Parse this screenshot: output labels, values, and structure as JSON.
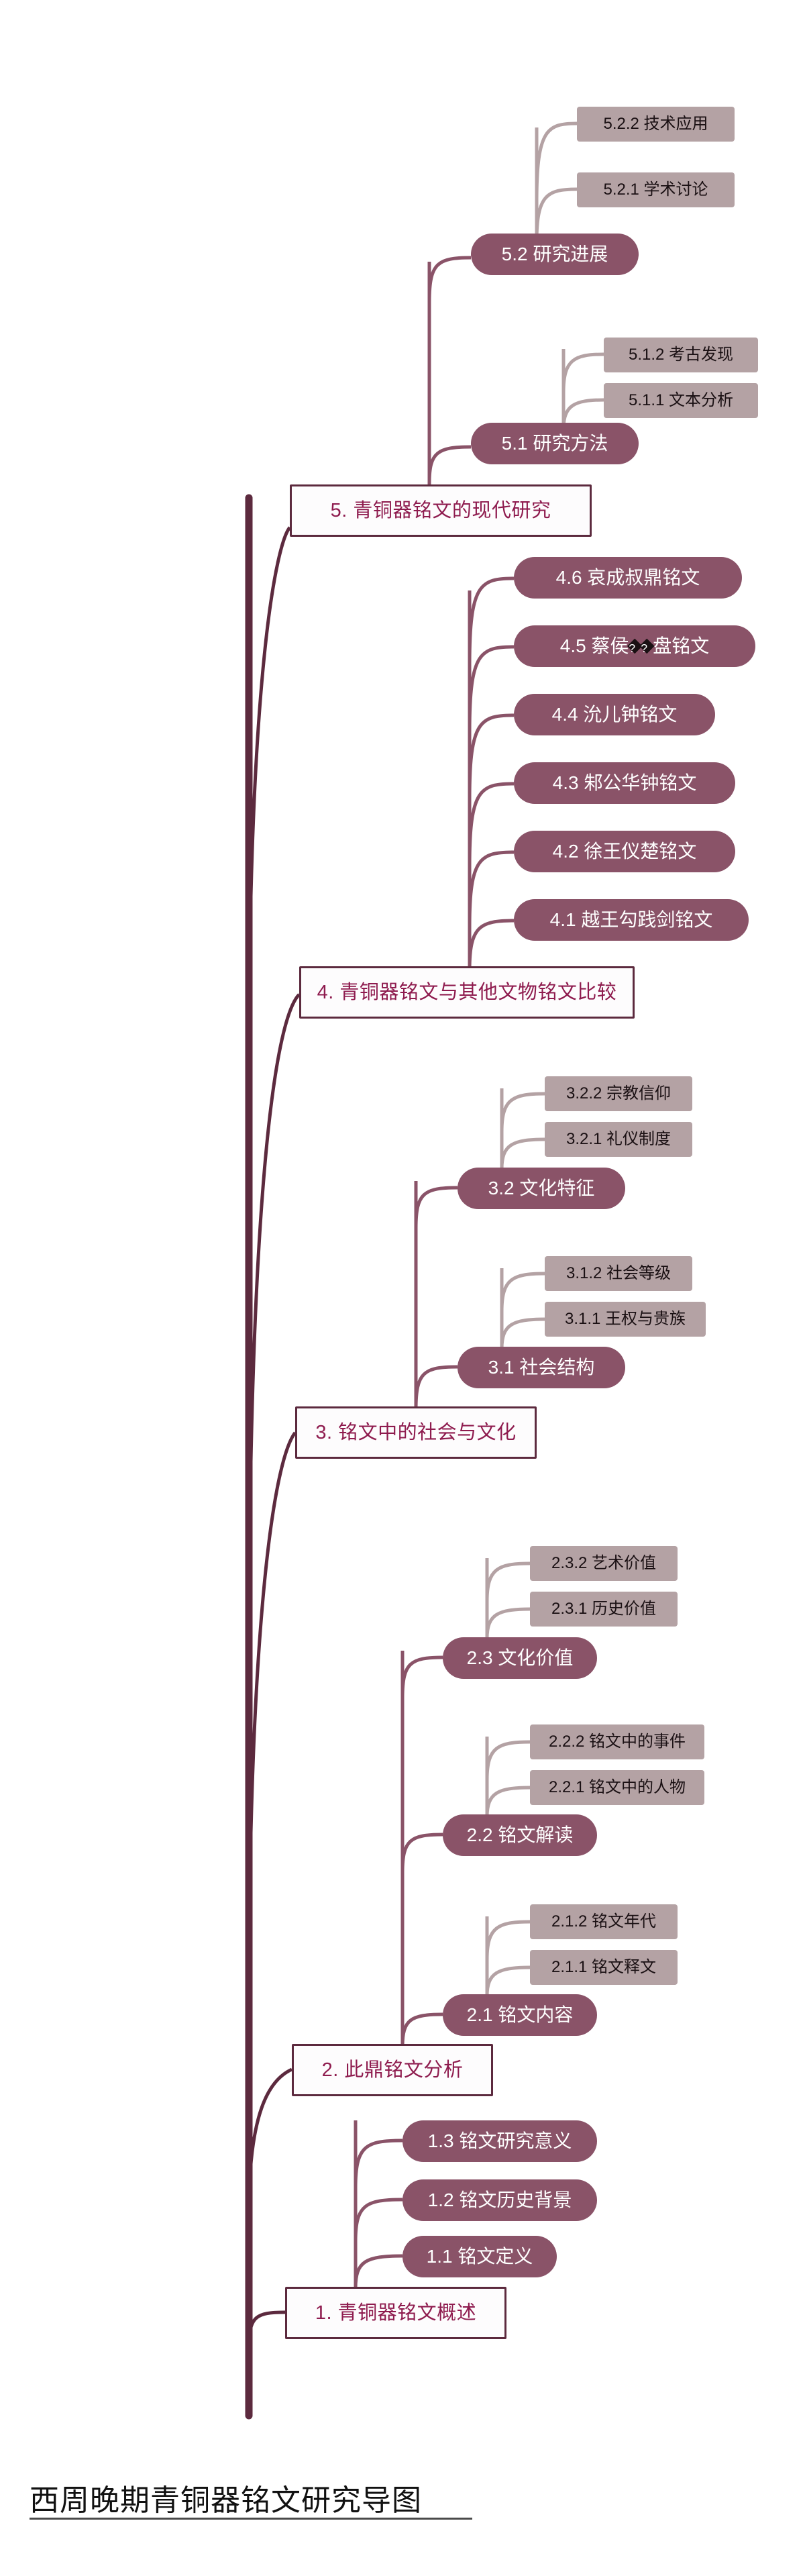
{
  "document": {
    "title": "西周晚期青铜器铭文研究导图",
    "type": "mind-map",
    "orientation": "bottom-up-left-root"
  },
  "theme": {
    "background": "#ffffff",
    "level1_fill": "#fdfcfd",
    "level1_border": "#5c2a3e",
    "level1_text": "#8e1b4e",
    "level2_fill": "#8a5368",
    "level2_text": "#ffffff",
    "level3_fill": "#b4a2a4",
    "level3_text": "#1a1013",
    "trunk_color": "#5c2a3e",
    "branch_color": "#8a5368",
    "twig_color": "#b4a2a4",
    "title_text": "#111111"
  },
  "nodes": {
    "n1": {
      "label": "1. 青铜器铭文概述",
      "level": 1
    },
    "n1_1": {
      "label": "1.1 铭文定义",
      "level": 2
    },
    "n1_2": {
      "label": "1.2 铭文历史背景",
      "level": 2
    },
    "n1_3": {
      "label": "1.3 铭文研究意义",
      "level": 2
    },
    "n2": {
      "label": "2. 此鼎铭文分析",
      "level": 1
    },
    "n2_1": {
      "label": "2.1 铭文内容",
      "level": 2
    },
    "n2_1_1": {
      "label": "2.1.1 铭文释文",
      "level": 3
    },
    "n2_1_2": {
      "label": "2.1.2 铭文年代",
      "level": 3
    },
    "n2_2": {
      "label": "2.2 铭文解读",
      "level": 2
    },
    "n2_2_1": {
      "label": "2.2.1 铭文中的人物",
      "level": 3
    },
    "n2_2_2": {
      "label": "2.2.2 铭文中的事件",
      "level": 3
    },
    "n2_3": {
      "label": "2.3 文化价值",
      "level": 2
    },
    "n2_3_1": {
      "label": "2.3.1 历史价值",
      "level": 3
    },
    "n2_3_2": {
      "label": "2.3.2 艺术价值",
      "level": 3
    },
    "n3": {
      "label": "3. 铭文中的社会与文化",
      "level": 1
    },
    "n3_1": {
      "label": "3.1 社会结构",
      "level": 2
    },
    "n3_1_1": {
      "label": "3.1.1 王权与贵族",
      "level": 3
    },
    "n3_1_2": {
      "label": "3.1.2 社会等级",
      "level": 3
    },
    "n3_2": {
      "label": "3.2 文化特征",
      "level": 2
    },
    "n3_2_1": {
      "label": "3.2.1 礼仪制度",
      "level": 3
    },
    "n3_2_2": {
      "label": "3.2.2 宗教信仰",
      "level": 3
    },
    "n4": {
      "label": "4. 青铜器铭文与其他文物铭文比较",
      "level": 1
    },
    "n4_1": {
      "label": "4.1 越王勾践剑铭文",
      "level": 2
    },
    "n4_2": {
      "label": "4.2 徐王仪楚铭文",
      "level": 2
    },
    "n4_3": {
      "label": "4.3 邾公华钟铭文",
      "level": 2
    },
    "n4_4": {
      "label": "4.4 沇儿钟铭文",
      "level": 2
    },
    "n4_5": {
      "label": "4.5 蔡侯��盘铭文",
      "level": 2,
      "has_tofu": true,
      "label_prefix": "4.5 蔡侯",
      "label_suffix": "盘铭文",
      "tofu_count": 2
    },
    "n4_6": {
      "label": "4.6 哀成叔鼎铭文",
      "level": 2
    },
    "n5": {
      "label": "5. 青铜器铭文的现代研究",
      "level": 1
    },
    "n5_1": {
      "label": "5.1 研究方法",
      "level": 2
    },
    "n5_1_1": {
      "label": "5.1.1 文本分析",
      "level": 3
    },
    "n5_1_2": {
      "label": "5.1.2 考古发现",
      "level": 3
    },
    "n5_2": {
      "label": "5.2 研究进展",
      "level": 2
    },
    "n5_2_1": {
      "label": "5.2.1 学术讨论",
      "level": 3
    },
    "n5_2_2": {
      "label": "5.2.2 技术应用",
      "level": 3
    }
  }
}
